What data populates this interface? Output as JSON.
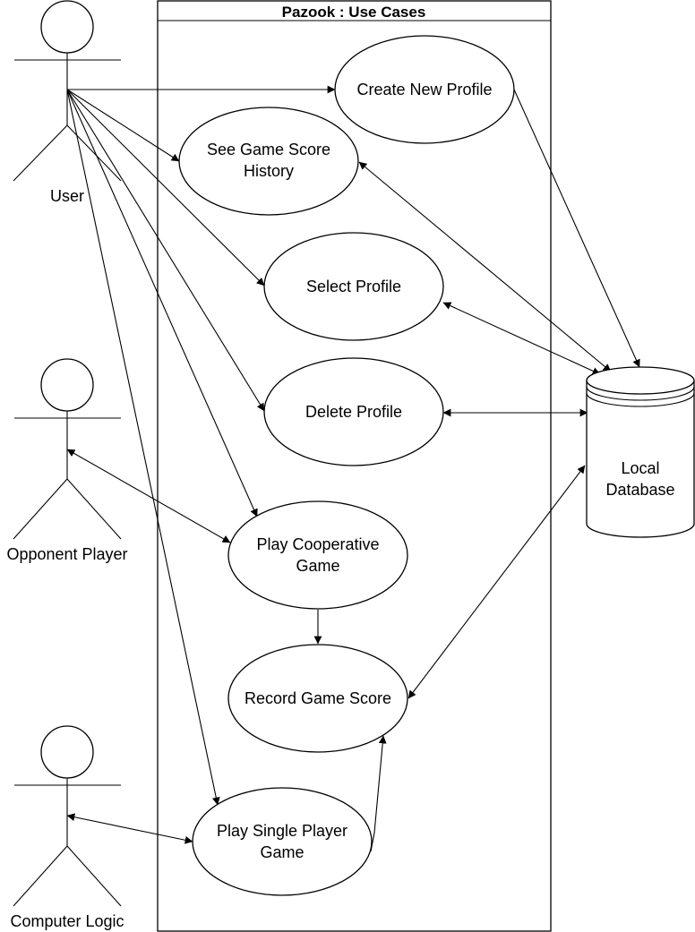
{
  "diagram": {
    "title": "Pazook : Use Cases",
    "actors": {
      "user": "User",
      "opponent": "Opponent Player",
      "computer": "Computer Logic"
    },
    "use_cases": {
      "create_profile": "Create New Profile",
      "score_history": [
        "See Game Score",
        "History"
      ],
      "select_profile": "Select Profile",
      "delete_profile": "Delete Profile",
      "coop_game": [
        "Play Cooperative",
        "Game"
      ],
      "record_score": "Record Game Score",
      "single_game": [
        "Play Single Player",
        "Game"
      ]
    },
    "database": [
      "Local",
      "Database"
    ]
  }
}
